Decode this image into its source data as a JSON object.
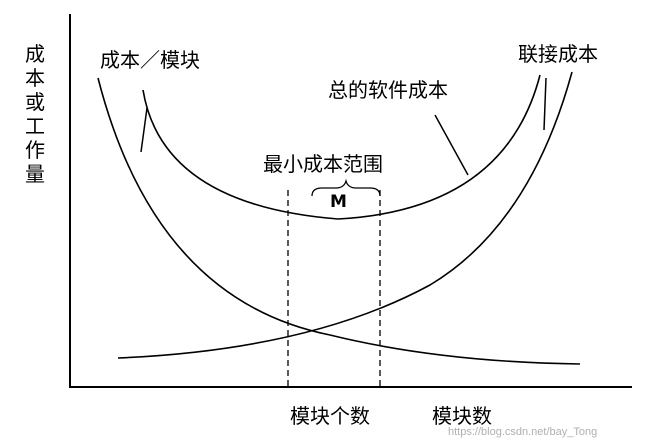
{
  "diagram": {
    "y_axis_label": "成本或工作量",
    "curve_labels": {
      "per_module_cost": "成本／模块",
      "interface_cost": "联接成本",
      "total_cost": "总的软件成本"
    },
    "min_range_label": "最小成本范围",
    "m_label": "M",
    "x_labels": {
      "module_count": "模块个数",
      "modules": "模块数"
    }
  },
  "watermark": "https://blog.csdn.net/bay_Tong"
}
